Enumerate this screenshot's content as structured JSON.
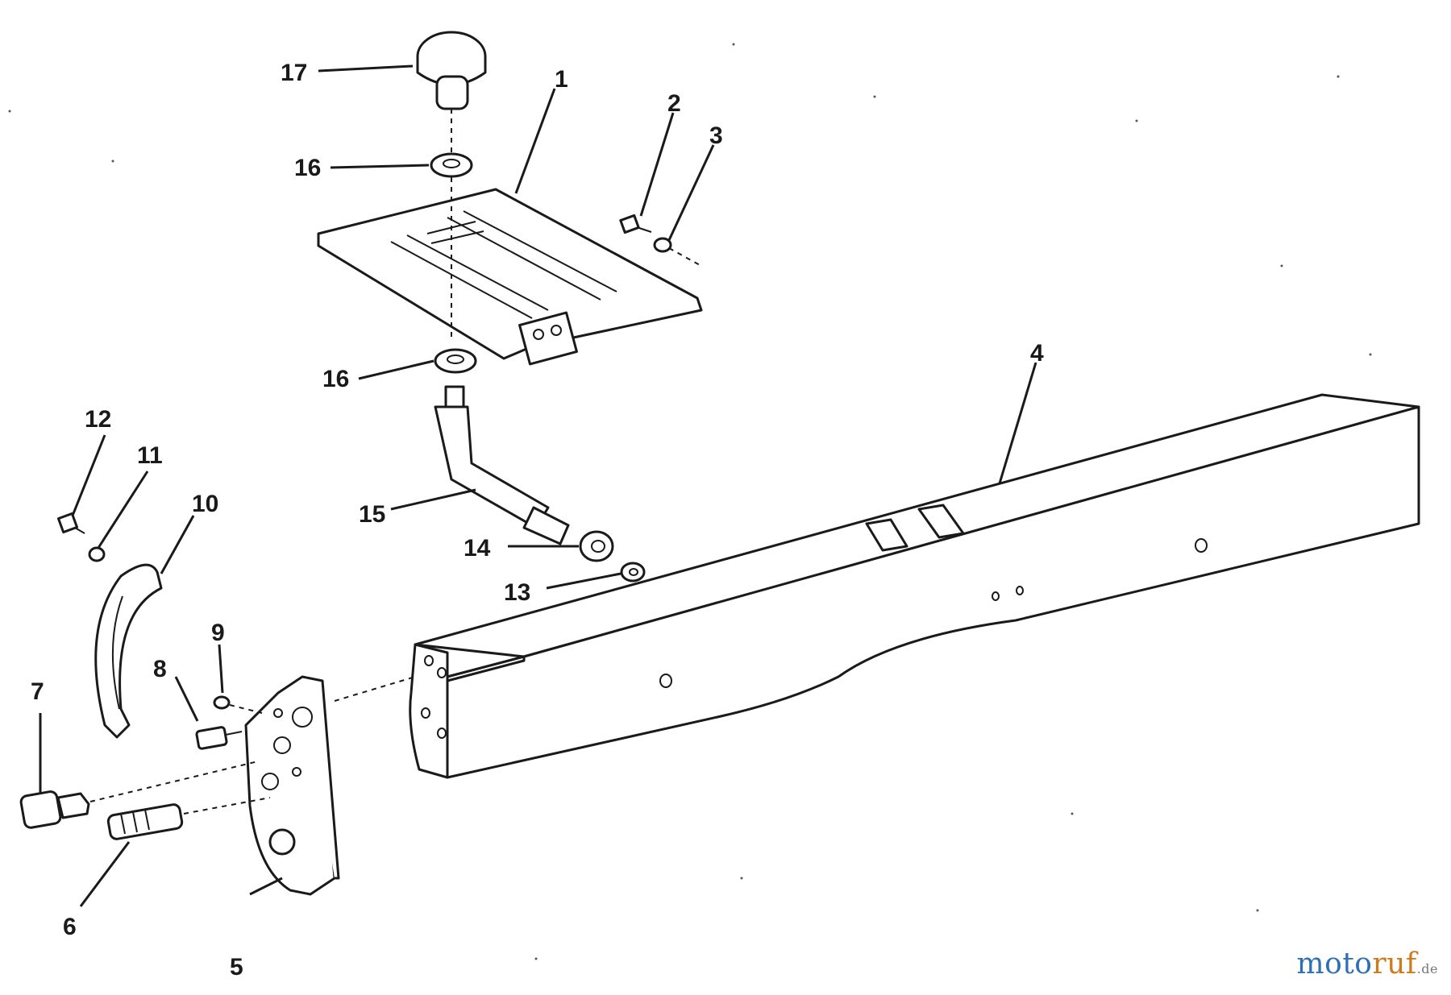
{
  "diagram": {
    "callouts": [
      {
        "id": "p1",
        "label": "1"
      },
      {
        "id": "p2",
        "label": "2"
      },
      {
        "id": "p3",
        "label": "3"
      },
      {
        "id": "p4",
        "label": "4"
      },
      {
        "id": "p5",
        "label": "5"
      },
      {
        "id": "p6",
        "label": "6"
      },
      {
        "id": "p7",
        "label": "7"
      },
      {
        "id": "p8",
        "label": "8"
      },
      {
        "id": "p9",
        "label": "9"
      },
      {
        "id": "p10",
        "label": "10"
      },
      {
        "id": "p11",
        "label": "11"
      },
      {
        "id": "p12",
        "label": "12"
      },
      {
        "id": "p13",
        "label": "13"
      },
      {
        "id": "p14",
        "label": "14"
      },
      {
        "id": "p15",
        "label": "15"
      },
      {
        "id": "p16a",
        "label": "16"
      },
      {
        "id": "p16b",
        "label": "16"
      },
      {
        "id": "p17",
        "label": "17"
      }
    ]
  },
  "watermark": {
    "part1": "moto",
    "part2": "ruf",
    "part3": ".de"
  },
  "colors": {
    "line": "#1a1a1a",
    "watermark_blue": "#2f6fb5",
    "watermark_orange": "#d07a1c"
  }
}
